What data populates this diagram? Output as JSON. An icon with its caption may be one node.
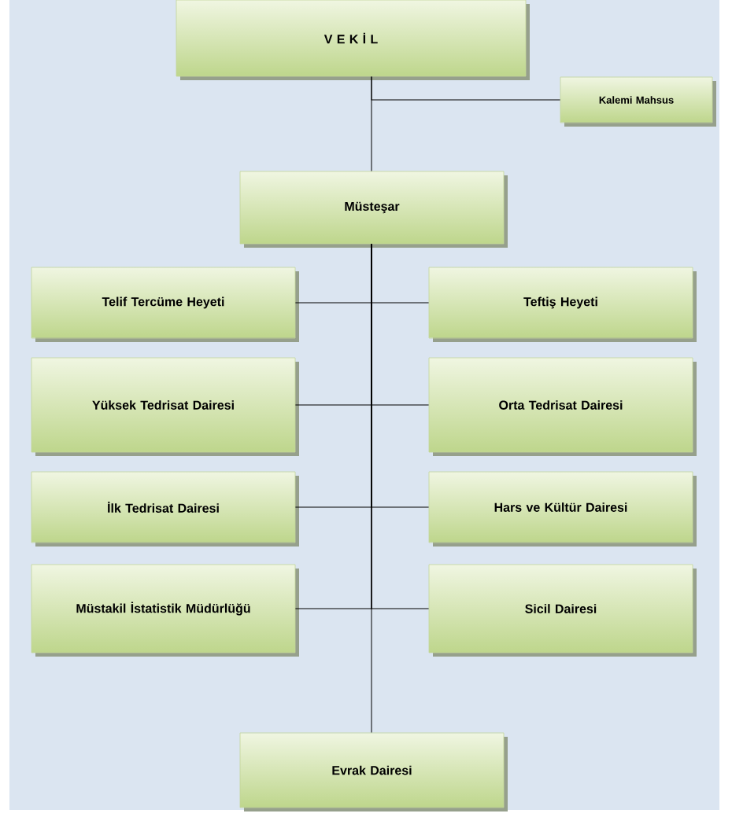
{
  "diagram": {
    "nodes": [
      {
        "text": [
          "V E K İ L"
        ]
      },
      {
        "text": [
          "Kalemi Mahsus"
        ]
      },
      {
        "text": [
          "Müsteşar"
        ]
      },
      {
        "text": [
          "Telif Tercüme Heyeti"
        ]
      },
      {
        "text": [
          "Teftiş Heyeti"
        ]
      },
      {
        "text": [
          "Yüksek Tedrisat Dairesi"
        ]
      },
      {
        "text": [
          "Orta Tedrisat Dairesi"
        ]
      },
      {
        "text": [
          "İlk Tedrisat Dairesi"
        ]
      },
      {
        "text": [
          "Hars ve Kültür Dairesi"
        ]
      },
      {
        "text": [
          "Müstakil İstatistik Müdürlüğü"
        ]
      },
      {
        "text": [
          "Sicil Dairesi"
        ]
      },
      {
        "text": [
          "Evrak Dairesi"
        ]
      }
    ],
    "edges": [
      {
        "from": 0,
        "to": 1,
        "arrow": "none"
      },
      {
        "from": 0,
        "to": 2,
        "arrow": "none"
      },
      {
        "from": 2,
        "to": 3,
        "arrow": "none"
      },
      {
        "from": 2,
        "to": 4,
        "arrow": "none"
      },
      {
        "from": 2,
        "to": 5,
        "arrow": "none"
      },
      {
        "from": 2,
        "to": 6,
        "arrow": "none"
      },
      {
        "from": 2,
        "to": 7,
        "arrow": "none"
      },
      {
        "from": 2,
        "to": 8,
        "arrow": "none"
      },
      {
        "from": 2,
        "to": 9,
        "arrow": "none"
      },
      {
        "from": 2,
        "to": 10,
        "arrow": "none"
      },
      {
        "from": 2,
        "to": 11,
        "arrow": "none"
      }
    ]
  }
}
